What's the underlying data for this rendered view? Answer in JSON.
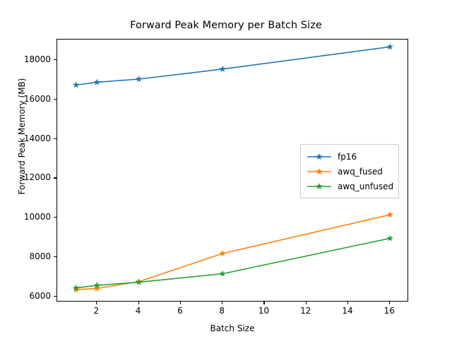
{
  "chart_data": {
    "type": "line",
    "title": "Forward Peak Memory per Batch Size",
    "xlabel": "Batch Size",
    "ylabel": "Forward Peak Memory (MB)",
    "x": [
      1,
      2,
      4,
      8,
      16
    ],
    "xlim": [
      0.1,
      16.9
    ],
    "ylim": [
      5700,
      19050
    ],
    "xticks": [
      2,
      4,
      6,
      8,
      10,
      12,
      14,
      16
    ],
    "xtick_labels": [
      "2",
      "4",
      "6",
      "8",
      "10",
      "12",
      "14",
      "16"
    ],
    "yticks": [
      6000,
      8000,
      10000,
      12000,
      14000,
      16000,
      18000
    ],
    "ytick_labels": [
      "6000",
      "8000",
      "10000",
      "12000",
      "14000",
      "16000",
      "18000"
    ],
    "grid": false,
    "legend_position": "center right",
    "marker": "star",
    "series": [
      {
        "name": "fp16",
        "color": "#1f77b4",
        "values": [
          16740,
          16880,
          17040,
          17550,
          18680
        ]
      },
      {
        "name": "awq_fused",
        "color": "#ff7f0e",
        "values": [
          6340,
          6400,
          6750,
          8180,
          10150
        ]
      },
      {
        "name": "awq_unfused",
        "color": "#2ca02c",
        "values": [
          6430,
          6560,
          6720,
          7150,
          8950
        ]
      }
    ]
  },
  "legend": {
    "entries": [
      {
        "label": "fp16"
      },
      {
        "label": "awq_fused"
      },
      {
        "label": "awq_unfused"
      }
    ]
  }
}
